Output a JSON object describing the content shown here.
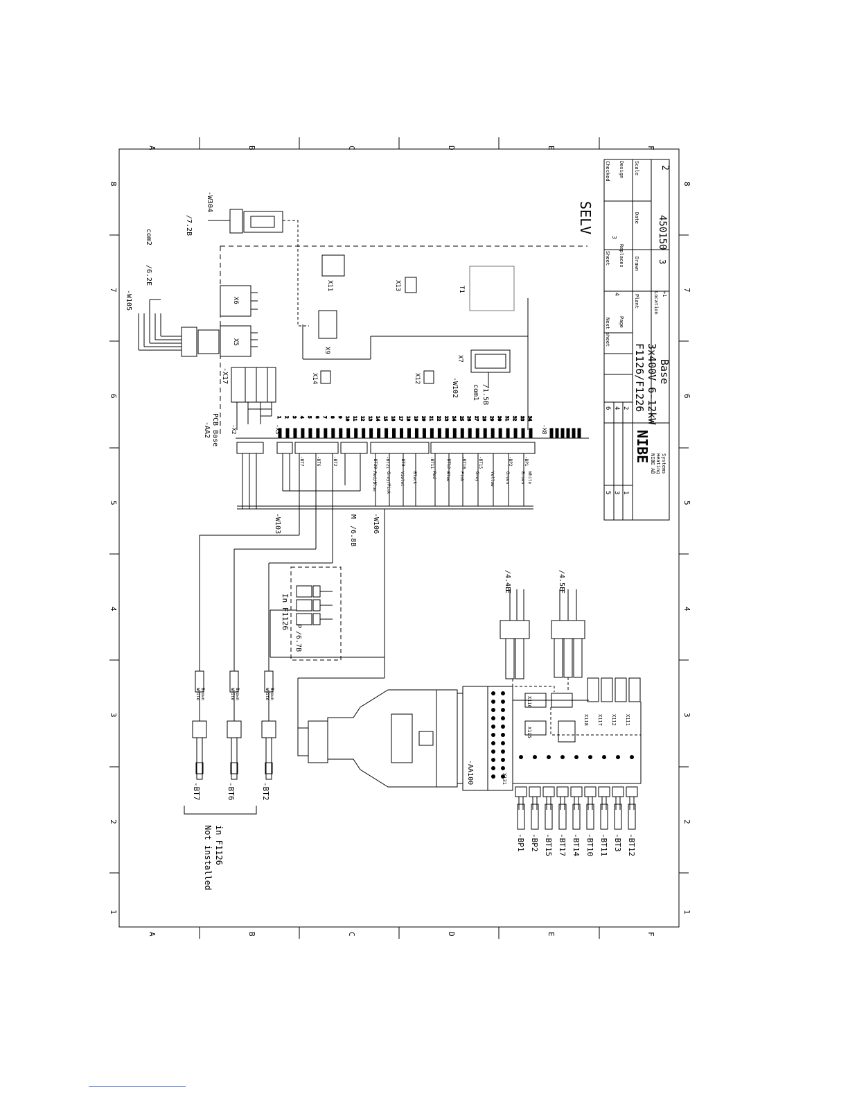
{
  "grid": {
    "columns": [
      "A",
      "B",
      "C",
      "D",
      "E",
      "F"
    ],
    "rows": [
      "8",
      "7",
      "6",
      "5",
      "4",
      "3",
      "2",
      "1"
    ]
  },
  "zone_label": "SELV",
  "title_block": {
    "logo_text": "NIBE",
    "company_lines": [
      "NIBE AB",
      "Heating",
      "Systems"
    ],
    "revisions": [
      "5",
      "3",
      "1"
    ],
    "next_sheet_label": "Next sheet",
    "next_sheet": "4",
    "sheet_label": "Sheet",
    "sheet": "3",
    "checked_label": "Checked",
    "design_label": "Design",
    "scale_label": "Scale",
    "replaces_label": "Replaces",
    "date_label": "Date",
    "drawn_label": "Drawn",
    "plant_label": "Plant",
    "location_label": "Location",
    "location": "+1",
    "page_label": "Page",
    "product": "F1126/F1226",
    "variant": "3x400V 6-12kW",
    "subtitle": "Base",
    "drawing_no": "450150",
    "sheet_no": "3",
    "rev": "2",
    "small_codes": [
      "6",
      "4",
      "2"
    ]
  },
  "labels": {
    "w304": "-W304",
    "ref_72b": "/7.2B",
    "w105": "-W105",
    "ref_62e": "/6.2E",
    "com2": "com2",
    "x5": "X5",
    "x6": "X6",
    "x11": "X11",
    "x13": "X13",
    "t1": "T1",
    "x9": "X9",
    "x14": "X14",
    "x12": "X12",
    "x7": "X7",
    "w102": "-W102",
    "com1": "com1",
    "ref_15b": "/1.5B",
    "x17": "-X17",
    "aa2": "-AA2",
    "pcb_base": "PCB Base",
    "x2": "-X2",
    "x3": "-X3",
    "x8": "-X8",
    "w103": "-W103",
    "w106": "-W106",
    "ref_m": "M",
    "ref_68b": "/6.8B",
    "in_f1126": "In F1126",
    "ref_p": "P",
    "ref_67b": "/6.7B",
    "ref_e": "E",
    "ref_44e": "/4.4E",
    "ref_f": "F",
    "ref_45e": "/4.5E",
    "aa100": "-AA100",
    "bt7": "-BT7",
    "bt6": "-BT6",
    "bt2": "-BT2",
    "not_installed": "Not installed",
    "in_f1126_b": "in F1126",
    "x115": "X115",
    "x116": "X116",
    "x118": "X118",
    "x117": "X117",
    "x112": "X112",
    "x111": "X111",
    "x131": "X131",
    "wire_white": "White",
    "wire_brown": "Brown"
  },
  "sensors": [
    "-BP1",
    "-BP2",
    "-BT15",
    "-BT17",
    "-BT14",
    "-BT10",
    "-BT11",
    "-BT3",
    "-BT12"
  ],
  "x3_pins": [
    "1",
    "2",
    "3",
    "4",
    "5",
    "6",
    "7",
    "8",
    "9",
    "10",
    "11",
    "12",
    "13",
    "14",
    "15",
    "16",
    "17",
    "18",
    "19",
    "20",
    "21",
    "22",
    "23",
    "24",
    "25",
    "26",
    "27",
    "28",
    "29",
    "30",
    "31",
    "32",
    "33",
    "34"
  ],
  "x3_signals": [
    "-BT7",
    "-BT6",
    "-BT2",
    "-BT20",
    "-BT21",
    "-BT3",
    "-BT11",
    "-BT12",
    "-BT10",
    "-BT15",
    "-BP2",
    "-BP1"
  ],
  "wire_colors": [
    "Red/Blue",
    "Grey/Pink",
    "Violet",
    "Black",
    "Red",
    "Blue",
    "Pink",
    "Grey",
    "Yellow",
    "Green",
    "Brown",
    "White"
  ]
}
